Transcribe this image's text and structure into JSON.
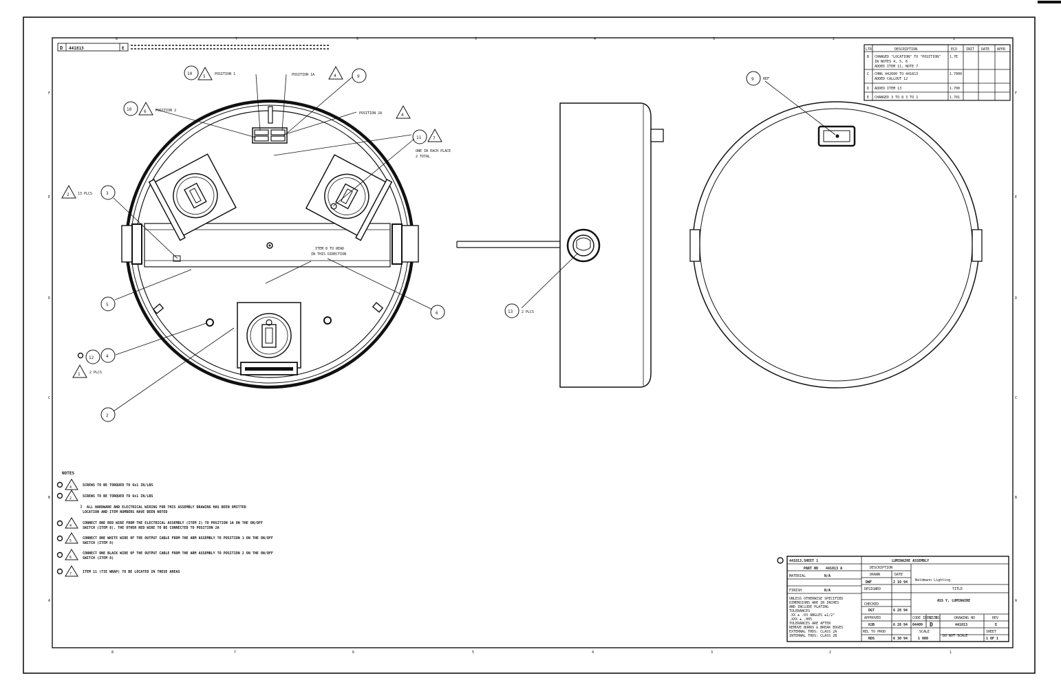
{
  "drawing_header": {
    "number": "441813",
    "size": "D",
    "rev": "E"
  },
  "callouts": {
    "c10a": "10",
    "tri5a": "5",
    "pos1": "POSITION 1",
    "pos1a": "POSITION 1A",
    "tri4a": "4",
    "c9a": "9",
    "c10b": "10",
    "tri6a": "6",
    "pos2": "POSITION 2",
    "pos2a": "POSITION 2A",
    "tri4b": "4",
    "c11": "11",
    "tri7a": "7",
    "each_place_1": "ONE IN EACH PLACE",
    "each_place_2": "2 TOTAL",
    "tri2a": "2",
    "plcs13": "13 PLCS",
    "c3": "3",
    "item8_1": "ITEM 8 TO READ",
    "item8_2": "IN THIS DIRECTION",
    "c5": "5",
    "c6": "6",
    "c12": "12",
    "c4": "4",
    "tri1a": "1",
    "plcs2": "2 PLCS",
    "c2": "2",
    "c13": "13",
    "plcs2b": "2 PLCS",
    "c9b": "9",
    "ref": "REF"
  },
  "revisions": {
    "headers": [
      "LTR",
      "DESCRIPTION",
      "ECO",
      "INIT",
      "DATE",
      "APPR"
    ],
    "rows": [
      {
        "ltr": "B",
        "desc1": "CHANGED \"LOCATION\" TO \"POSITION\"",
        "desc2": "IN NOTES 4, 5, 6",
        "desc3": "ADDED ITEM 11, NOTE 7",
        "eco": "1.7E"
      },
      {
        "ltr": "C",
        "desc1": "CHNG 442600 TO 441813",
        "desc2": "ADDED CALLOUT 12",
        "desc3": "",
        "eco": "1.7000"
      },
      {
        "ltr": "D",
        "desc1": "ADDED ITEM 13",
        "desc2": "",
        "desc3": "",
        "eco": "1.700"
      },
      {
        "ltr": "E",
        "desc1": "CHANGED 3 TO 8  3 TO 1",
        "desc2": "",
        "desc3": "",
        "eco": "1.701"
      }
    ]
  },
  "notes": {
    "title": "NOTES",
    "n1": "SCREWS TO BE TORQUED TO 6±1 IN/LBS",
    "n2": "SCREWS TO BE TORQUED TO 6±1 IN/LBS",
    "n3a": "ALL HARDWARE AND ELECTRICAL WIRING FOR THIS ASSEMBLY DRAWING HAS BEEN OMITTED",
    "n3b": "LOCATION AND ITEM NUMBERS HAVE BEEN NOTED",
    "n4a": "CONNECT ONE RED WIRE FROM THE ELECTRICAL ASSEMBLY (ITEM 2) TO POSITION 1A ON THE ON/OFF",
    "n4b": "SWITCH (ITEM 8). THE OTHER RED WIRE TO BE CONNECTED TO POSITION 2A",
    "n5a": "CONNECT ONE WHITE WIRE OF THE OUTPUT CABLE FROM THE ARM ASSEMBLY TO POSITION 1 ON THE ON/OFF",
    "n5b": "SWITCH (ITEM 8)",
    "n6a": "CONNECT ONE BLACK WIRE OF THE OUTPUT CABLE FROM THE ARM ASSEMBLY TO POSITION 2 ON THE ON/OFF",
    "n6b": "SWITCH (ITEM 8)",
    "n7": "ITEM 11 (TIE WRAP) TO BE LOCATED IN THESE AREAS",
    "tri": [
      "4",
      "2",
      "4",
      "5",
      "6",
      "7"
    ],
    "n3num": "3"
  },
  "title_block": {
    "file": "441813.SHEET 1",
    "title": "LUMINAIRE ASSEMBLY",
    "part_no_label": "PART NO",
    "part_no": "441813 A",
    "description_label": "DESCRIPTION",
    "material_label": "MATERIAL",
    "material": "N/A",
    "finish_label": "FINISH",
    "finish": "N/A",
    "drawn_label": "DRAWN",
    "drawn": "DWF",
    "drawn_date": "2 10 94",
    "date_label": "DATE",
    "designed_label": "DESIGNED",
    "checked_label": "CHECKED",
    "checked": "DGT",
    "checked_date": "6 28 94",
    "approved_label": "APPROVED",
    "approved": "HJB",
    "approved_date": "6 28 94",
    "rel_label": "REL TO PROD",
    "rel": "RDS",
    "rel_date": "6 30 94",
    "company": "Waldmann Lighting",
    "title_label": "TITLE",
    "title2": "ASS Y, LUMINAIRE",
    "code_label": "CODE IDENT NO.",
    "code": "04409",
    "size_label": "SIZE",
    "size": "D",
    "dwg_label": "DRAWING NO",
    "dwg": "441813",
    "rev_label": "REV",
    "rev": "E",
    "scale_label": "SCALE",
    "scale": "1 000",
    "noscale": "DO NOT SCALE",
    "sheet_label": "SHEET",
    "sheet": "1 OF 1",
    "tol1": "UNLESS OTHERWISE SPECIFIED",
    "tol2": "DIMENSIONS ARE IN INCHES",
    "tol3": "AND INCLUDE PLATING",
    "tol4": "TOLERANCES",
    "tol5": ".XX ± .03   ANGLES ±1/2°",
    "tol6": ".XXX ± .005",
    "tol7": "TOLERANCES ARE AFTER",
    "tol8": "REMOVE BURRS & BREAK EDGES",
    "tol9": "EXTERNAL THDS: CLASS 2A",
    "tol10": "INTERNAL THDS: CLASS 2B"
  },
  "zones": {
    "top": [
      "8",
      "7",
      "6",
      "5",
      "4",
      "3",
      "2",
      "1"
    ],
    "side": [
      "F",
      "E",
      "D",
      "C",
      "B",
      "A"
    ]
  }
}
